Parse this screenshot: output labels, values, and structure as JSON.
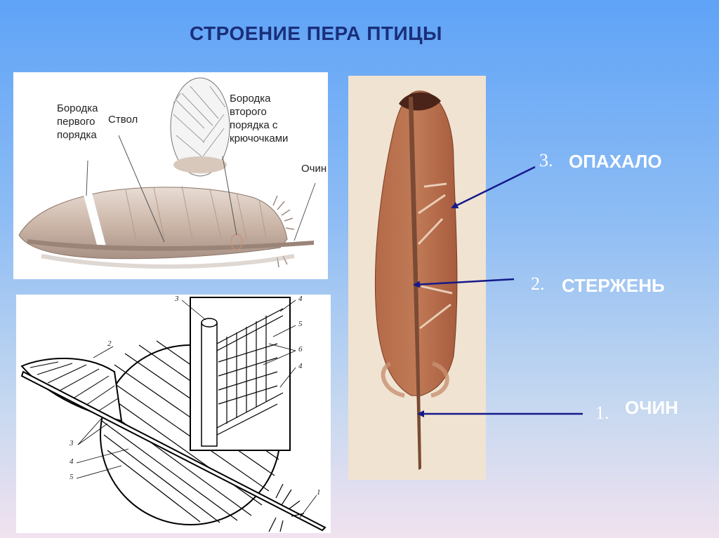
{
  "slide": {
    "title": "СТРОЕНИЕ ПЕРА ПТИЦЫ"
  },
  "panel_top_left": {
    "labels": {
      "barb_first": "Бородка первого порядка",
      "rachis": "Ствол",
      "barb_second": "Бородка второго порядка с крючочками",
      "calamus": "Очин"
    }
  },
  "panel_bottom_left": {
    "numbers": [
      "1",
      "2",
      "3",
      "4",
      "5",
      "6"
    ]
  },
  "panel_right": {
    "items": [
      {
        "number": "3.",
        "label": "ОПАХАЛО"
      },
      {
        "number": "2.",
        "label": "СТЕРЖЕНЬ"
      },
      {
        "number": "1.",
        "label": "ОЧИН"
      }
    ]
  },
  "colors": {
    "title": "#1a2f7a",
    "arrow": "#141a8a",
    "feather_brown": "#a9603f",
    "panel_beige": "#f0e3d1"
  }
}
